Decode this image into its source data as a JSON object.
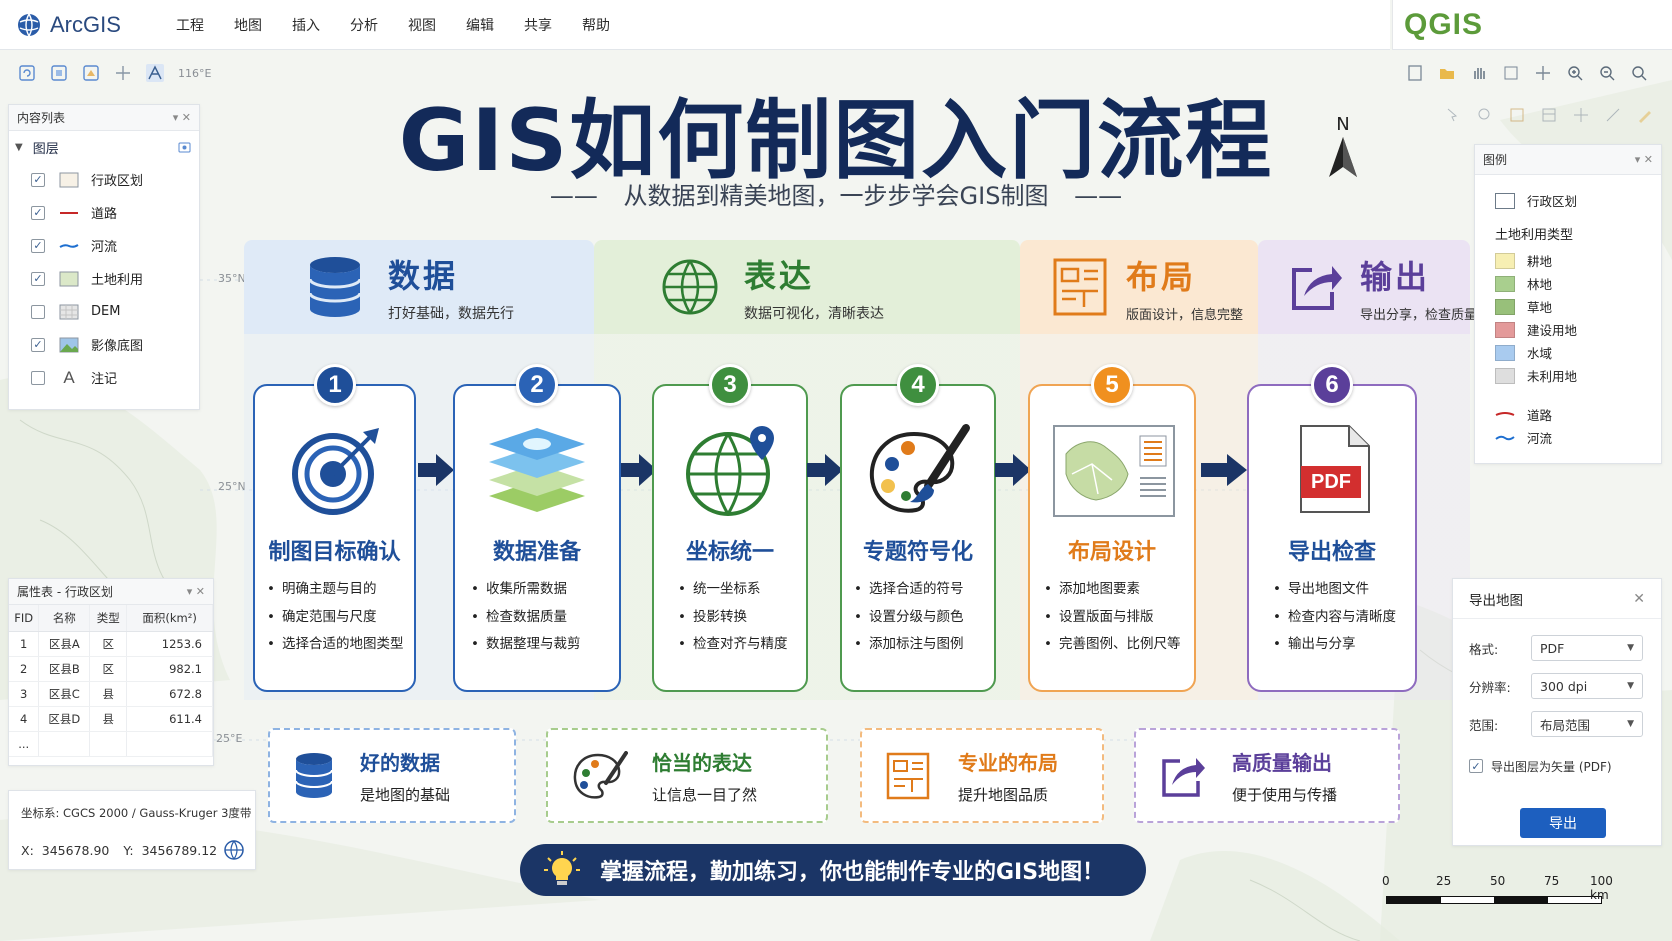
{
  "app": {
    "name": "ArcGIS",
    "qgis_name": "QGIS"
  },
  "menu": [
    "工程",
    "地图",
    "插入",
    "分析",
    "视图",
    "编辑",
    "共享",
    "帮助"
  ],
  "map_labels": {
    "lon": "116°E",
    "lat1": "35°N",
    "lat2": "25°N",
    "lat3": "25°E"
  },
  "toc": {
    "title": "内容列表",
    "group": "图层",
    "layers": [
      {
        "label": "行政区划",
        "checked": true,
        "symbol": "polygon"
      },
      {
        "label": "道路",
        "checked": true,
        "symbol": "road"
      },
      {
        "label": "河流",
        "checked": true,
        "symbol": "river"
      },
      {
        "label": "土地利用",
        "checked": true,
        "symbol": "landuse"
      },
      {
        "label": "DEM",
        "checked": false,
        "symbol": "dem"
      },
      {
        "label": "影像底图",
        "checked": true,
        "symbol": "image"
      },
      {
        "label": "注记",
        "checked": false,
        "symbol": "text"
      }
    ]
  },
  "attr_table": {
    "title": "属性表 - 行政区划",
    "columns": [
      "FID",
      "名称",
      "类型",
      "面积(km²)"
    ],
    "rows": [
      [
        "1",
        "区县A",
        "区",
        "1253.6"
      ],
      [
        "2",
        "区县B",
        "区",
        "982.1"
      ],
      [
        "3",
        "区县C",
        "县",
        "672.8"
      ],
      [
        "4",
        "区县D",
        "县",
        "611.4"
      ]
    ],
    "more": "..."
  },
  "status": {
    "crs": "坐标系: CGCS 2000 / Gauss-Kruger 3度带",
    "x_label": "X:",
    "x_value": "345678.90",
    "y_label": "Y:",
    "y_value": "3456789.12"
  },
  "title": {
    "main": "GIS如何制图入门流程",
    "dash_left": "——",
    "sub": "从数据到精美地图，一步步学会GIS制图",
    "dash_right": "——",
    "north": "N"
  },
  "stages": [
    {
      "title": "数据",
      "sub": "打好基础，数据先行",
      "color": "#1f4f99",
      "bg": "#dfeaf7"
    },
    {
      "title": "表达",
      "sub": "数据可视化，清晰表达",
      "color": "#2e7d32",
      "bg": "#e3efd9"
    },
    {
      "title": "布局",
      "sub": "版面设计，信息完整",
      "color": "#e07b1a",
      "bg": "#fbe8d2"
    },
    {
      "title": "输出",
      "sub": "导出分享，检查质量",
      "color": "#5b3f9a",
      "bg": "#ebe3f3"
    }
  ],
  "steps": [
    {
      "num": "1",
      "title": "制图目标确认",
      "items": [
        "明确主题与目的",
        "确定范围与尺度",
        "选择合适的地图类型"
      ],
      "color": "#1f4f99"
    },
    {
      "num": "2",
      "title": "数据准备",
      "items": [
        "收集所需数据",
        "检查数据质量",
        "数据整理与裁剪"
      ],
      "color": "#1f4f99"
    },
    {
      "num": "3",
      "title": "坐标统一",
      "items": [
        "统一坐标系",
        "投影转换",
        "检查对齐与精度"
      ],
      "color": "#2e7d32"
    },
    {
      "num": "4",
      "title": "专题符号化",
      "items": [
        "选择合适的符号",
        "设置分级与颜色",
        "添加标注与图例"
      ],
      "color": "#2e7d32"
    },
    {
      "num": "5",
      "title": "布局设计",
      "items": [
        "添加地图要素",
        "设置版面与排版",
        "完善图例、比例尺等"
      ],
      "color": "#e07b1a"
    },
    {
      "num": "6",
      "title": "导出检查",
      "items": [
        "导出地图文件",
        "检查内容与清晰度",
        "输出与分享"
      ],
      "color": "#5b3f9a",
      "icon_text": "PDF"
    }
  ],
  "tips": [
    {
      "title": "好的数据",
      "sub": "是地图的基础",
      "color": "#1f4f99"
    },
    {
      "title": "恰当的表达",
      "sub": "让信息一目了然",
      "color": "#2e7d32"
    },
    {
      "title": "专业的布局",
      "sub": "提升地图品质",
      "color": "#e07b1a"
    },
    {
      "title": "高质量输出",
      "sub": "便于使用与传播",
      "color": "#5b3f9a"
    }
  ],
  "banner": "掌握流程，勤加练习，你也能制作专业的GIS地图！",
  "legend": {
    "title": "图例",
    "admin": "行政区划",
    "landuse_title": "土地利用类型",
    "landuse": [
      {
        "label": "耕地",
        "color": "#f7efb3"
      },
      {
        "label": "林地",
        "color": "#a9cf8e"
      },
      {
        "label": "草地",
        "color": "#98c07a"
      },
      {
        "label": "建设用地",
        "color": "#e39a9a"
      },
      {
        "label": "水域",
        "color": "#a9cbef"
      },
      {
        "label": "未利用地",
        "color": "#dedede"
      }
    ],
    "road": "道路",
    "river": "河流"
  },
  "export": {
    "title": "导出地图",
    "format_label": "格式:",
    "format": "PDF",
    "res_label": "分辨率:",
    "res": "300 dpi",
    "range_label": "范围:",
    "range": "布局范围",
    "vector_label": "导出图层为矢量 (PDF)",
    "button": "导出"
  },
  "scale_bar": {
    "ticks": [
      "0",
      "25",
      "50",
      "75",
      "100 km"
    ]
  }
}
